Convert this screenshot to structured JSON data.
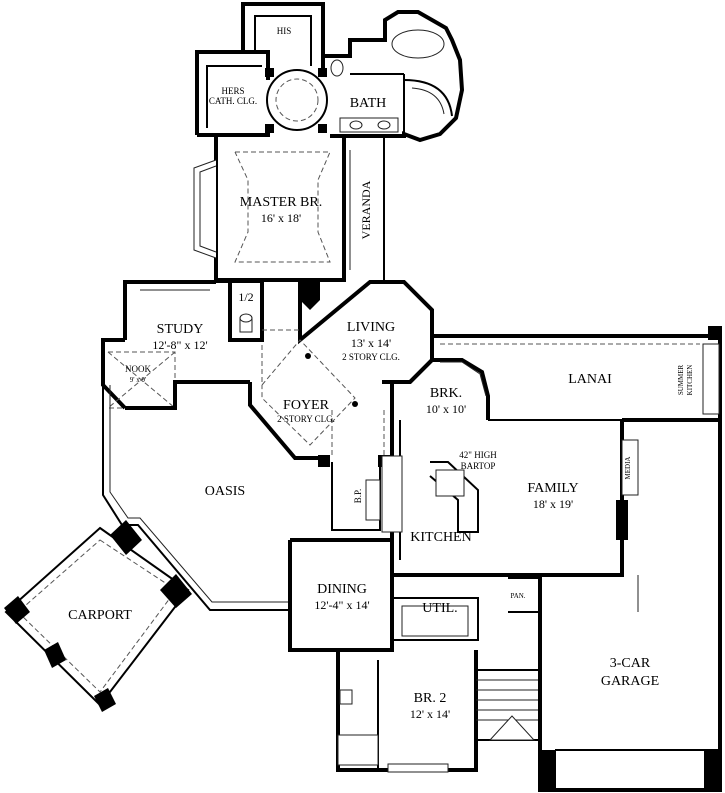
{
  "rooms": {
    "his": {
      "name": "HIS"
    },
    "hers": {
      "name": "HERS",
      "note": "CATH. CLG."
    },
    "bath": {
      "name": "BATH"
    },
    "master": {
      "name": "MASTER BR.",
      "size": "16' x 18'"
    },
    "veranda": {
      "name": "VERANDA"
    },
    "half_bath": {
      "name": "1/2"
    },
    "study": {
      "name": "STUDY",
      "size": "12'-8\" x 12'"
    },
    "nook": {
      "name": "NOOK",
      "size": "9' x 9'"
    },
    "living": {
      "name": "LIVING",
      "size": "13' x 14'",
      "note": "2 STORY CLG."
    },
    "foyer": {
      "name": "FOYER",
      "note": "2 STORY CLG."
    },
    "brk": {
      "name": "BRK.",
      "size": "10' x 10'"
    },
    "lanai": {
      "name": "LANAI"
    },
    "summer_kitchen": {
      "line1": "SUMMER",
      "line2": "KITCHEN"
    },
    "oasis": {
      "name": "OASIS"
    },
    "bartop": {
      "line1": "42\" HIGH",
      "line2": "BARTOP"
    },
    "family": {
      "name": "FAMILY",
      "size": "18' x 19'"
    },
    "media": {
      "name": "MEDIA"
    },
    "bp": {
      "name": "B.P."
    },
    "kitchen": {
      "name": "KITCHEN"
    },
    "carport": {
      "name": "CARPORT"
    },
    "dining": {
      "name": "DINING",
      "size": "12'-4\" x 14'"
    },
    "util": {
      "name": "UTIL."
    },
    "pan": {
      "name": "PAN."
    },
    "garage": {
      "line1": "3-CAR",
      "line2": "GARAGE"
    },
    "br2": {
      "name": "BR. 2",
      "size": "12' x 14'"
    }
  }
}
